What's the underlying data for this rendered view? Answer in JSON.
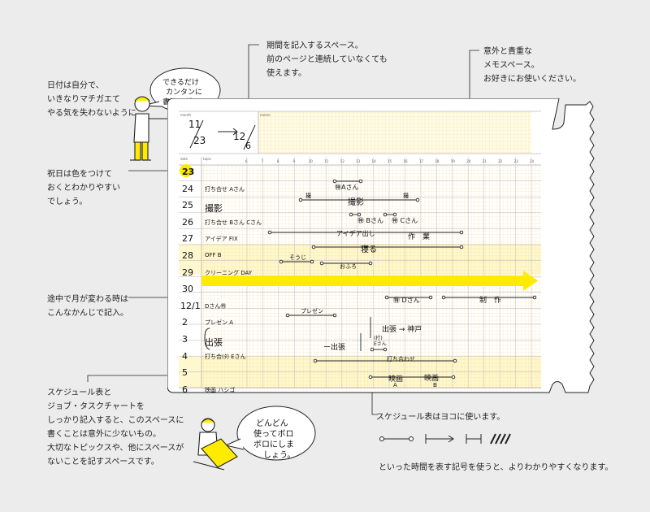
{
  "annotations": {
    "top_left": "日付は自分で、\nいきなりマチガエて\nやる気を失わないように。",
    "top_middle": "期間を記入するスペース。\n前のページと連続していなくても\n使えます。",
    "top_right": "意外と貴重な\nメモスペース。\nお好きにお使いください。",
    "holiday": "祝日は色をつけて\nおくとわかりやすい\nでしょう。",
    "month_change": "途中で月が変わる時は\nこんなかんじで記入。",
    "bottom_left": "スケジュール表と\nジョブ・タスクチャートを\nしっかり記入すると、このスペースに\n書くことは意外に少ないもの。\n大切なトピックスや、他にスペースが\nないことを記すスペースです。",
    "bottom_middle": "スケジュール表はヨコに使います。",
    "bottom_symbols": "といった時間を表す記号を使うと、よりわかりやすくなります。"
  },
  "speech_bubbles": {
    "top": [
      "できるだけ",
      "カンタンに",
      "書くのがコツ。"
    ],
    "bottom": [
      "どんどん",
      "使ってボロ",
      "ボロにしま",
      "しょう。"
    ]
  },
  "header": {
    "month_label": "month",
    "memo_label": "memo",
    "date_label": "date",
    "topic_label": "topic",
    "period_start_month": "11",
    "period_start_day": "23",
    "period_end_month": "12",
    "period_end_day": "6",
    "hours": [
      "6",
      "7",
      "8",
      "9",
      "10",
      "11",
      "12",
      "13",
      "14",
      "15",
      "16",
      "17",
      "18",
      "19",
      "20",
      "21",
      "22",
      "23",
      "24"
    ]
  },
  "rows": [
    {
      "date": "23",
      "topic": "",
      "holiday": true,
      "highlight": false
    },
    {
      "date": "24",
      "topic": "打ち合せ Aさん",
      "highlight": false
    },
    {
      "date": "25",
      "topic": "撮影",
      "highlight": false
    },
    {
      "date": "26",
      "topic": "打ち合せ Bさん Cさん",
      "highlight": false
    },
    {
      "date": "27",
      "topic": "アイデア FIX",
      "highlight": false
    },
    {
      "date": "28",
      "topic": "OFF B",
      "highlight": true
    },
    {
      "date": "29",
      "topic": "クリーニング DAY",
      "highlight": true
    },
    {
      "date": "30",
      "topic": "",
      "highlight": false
    },
    {
      "date": "12/1",
      "topic": "Dさん㊕",
      "highlight": false
    },
    {
      "date": "2",
      "topic": "プレゼン A",
      "highlight": false
    },
    {
      "date": "3",
      "topic": "出張",
      "highlight": false
    },
    {
      "date": "4",
      "topic": "打ち合(ﾀ) Eさん",
      "highlight": false
    },
    {
      "date": "5",
      "topic": "",
      "highlight": true
    },
    {
      "date": "6",
      "topic": "映画 ハシゴ",
      "highlight": true
    }
  ],
  "schedule_marks": {
    "a_san": "㊕Aさん",
    "satsuei_a": "撮",
    "satsuei_mid": "撮影",
    "satsuei_b": "撮",
    "b_san": "㊕ Bさん",
    "c_san": "㊕ Cさん",
    "idea": "アイデア出し",
    "sagyo": "作　業",
    "neru": "寝る",
    "souji": "そうじ",
    "ofuro": "おふろ",
    "d_san": "㊕ Dさん",
    "seisaku": "制　作",
    "presen": "プレゼン",
    "shuccho_right": "出張 → 神戸",
    "shuccho_left": "ー出張",
    "e_san": "(打)\nEさん",
    "uchiawase": "打ち合わせ",
    "eiga_a": "映画",
    "eiga_b": "映画",
    "letter_a": "A",
    "letter_b": "B"
  },
  "colors": {
    "yellow": "#ffeb00",
    "grid": "#f3d58a",
    "highlight_row": "#fff7c6",
    "bg": "#ececec"
  }
}
